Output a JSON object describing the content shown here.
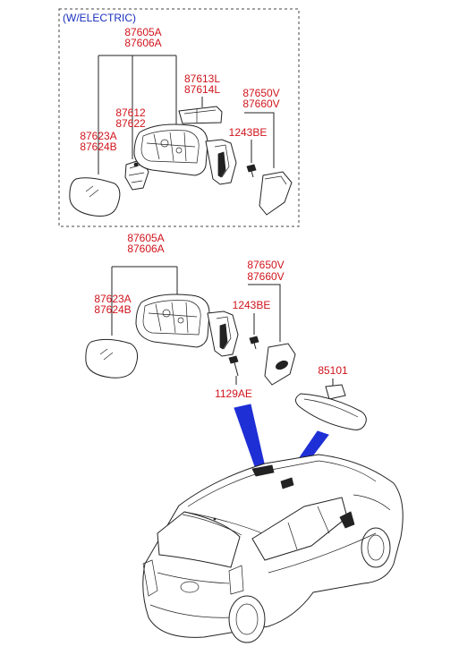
{
  "header": {
    "label": "(W/ELECTRIC)"
  },
  "colors": {
    "part_number": "#d0141c",
    "header": "#1a2fbf",
    "callout": "#1f2fd6",
    "outline": "#222222"
  },
  "top_group": {
    "mirror_assy": [
      "87605A",
      "87606A"
    ],
    "cover": [
      "87613L",
      "87614L"
    ],
    "actuator": [
      "87612",
      "87622"
    ],
    "glass": [
      "87623A",
      "87624B"
    ],
    "screw": "1243BE",
    "garnish": [
      "87650V",
      "87660V"
    ]
  },
  "bottom_group": {
    "mirror_assy": [
      "87605A",
      "87606A"
    ],
    "glass": [
      "87623A",
      "87624B"
    ],
    "screw": "1243BE",
    "garnish": [
      "87650V",
      "87660V"
    ],
    "bolt": "1129AE"
  },
  "inside_mirror": {
    "part": "85101"
  }
}
